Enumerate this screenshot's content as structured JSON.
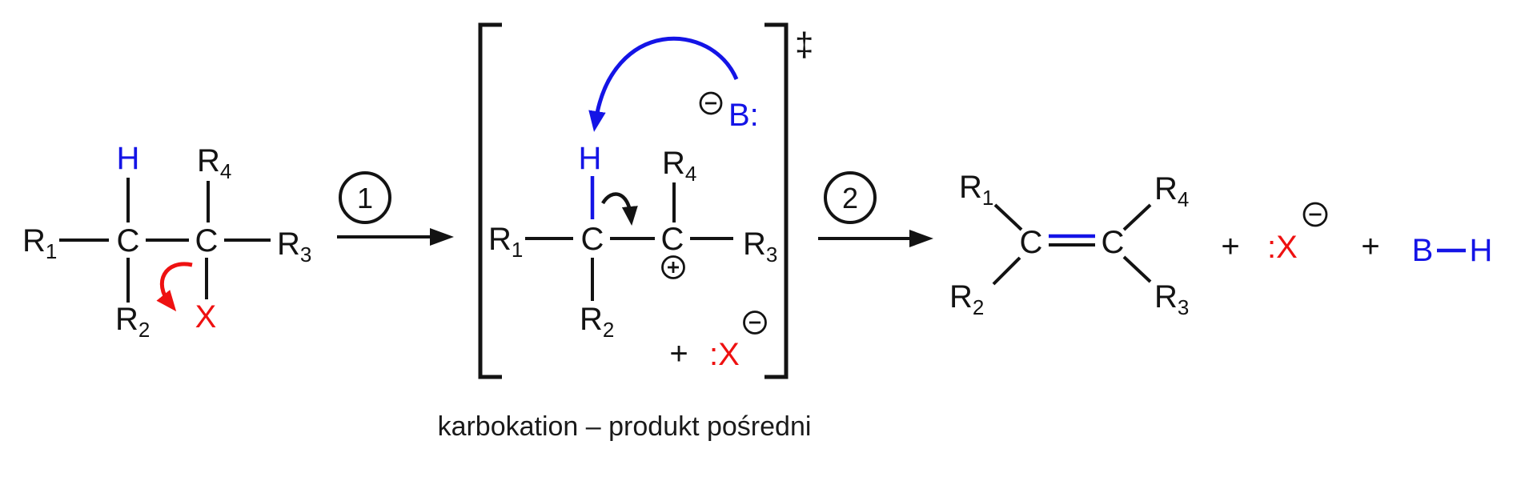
{
  "colors": {
    "black": "#131313",
    "blue": "#1414e6",
    "red": "#ee1111",
    "background": "#ffffff"
  },
  "icons": {
    "minus_charge": "circled-minus-sign",
    "plus_charge": "circled-plus-sign",
    "step_arrow": "solid-right-arrow",
    "electron_push_arrow": "curved-mechanism-arrow"
  },
  "reactant": {
    "h": "H",
    "r1": {
      "base": "R",
      "sub": "1"
    },
    "r2": {
      "base": "R",
      "sub": "2"
    },
    "r3": {
      "base": "R",
      "sub": "3"
    },
    "r4": {
      "base": "R",
      "sub": "4"
    },
    "c1": "C",
    "c2": "C",
    "x": "X"
  },
  "step1": {
    "number": "1"
  },
  "step2": {
    "number": "2"
  },
  "intermediate": {
    "double_dagger": "‡",
    "base_label": "B:",
    "h": "H",
    "r1": {
      "base": "R",
      "sub": "1"
    },
    "r2": {
      "base": "R",
      "sub": "2"
    },
    "r3": {
      "base": "R",
      "sub": "3"
    },
    "r4": {
      "base": "R",
      "sub": "4"
    },
    "c1": "C",
    "c2": "C",
    "plus": "+",
    "x": ":X",
    "caption": "karbokation – produkt pośredni"
  },
  "products": {
    "r1": {
      "base": "R",
      "sub": "1"
    },
    "r2": {
      "base": "R",
      "sub": "2"
    },
    "r3": {
      "base": "R",
      "sub": "3"
    },
    "r4": {
      "base": "R",
      "sub": "4"
    },
    "c1": "C",
    "c2": "C",
    "plus1": "+",
    "x": ":X",
    "plus2": "+",
    "b": "B",
    "h": "H"
  }
}
